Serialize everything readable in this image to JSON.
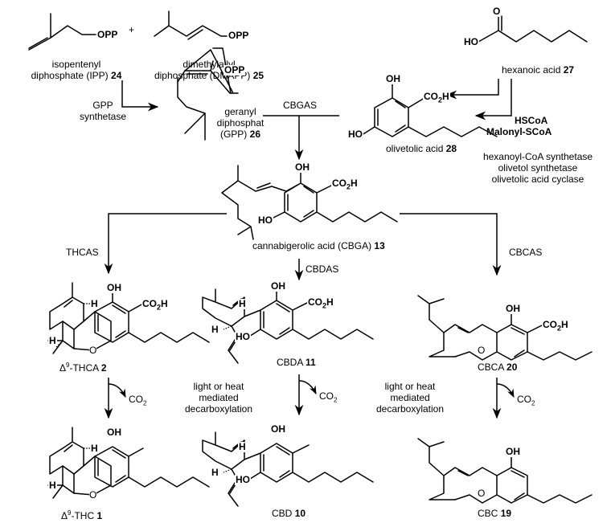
{
  "compounds": {
    "ipp": {
      "name": "isopentenyl",
      "name2": "diphosphate (IPP)",
      "num": "24"
    },
    "dmapp": {
      "name": "dimethylallyl",
      "name2": "diphosphate (DMAPP)",
      "num": "25"
    },
    "gpp": {
      "name": "geranyl",
      "name2": "diphosphat",
      "name3": "(GPP)",
      "num": "26"
    },
    "hexanoic": {
      "name": "hexanoic acid",
      "num": "27"
    },
    "olivetolic": {
      "name": "olivetolic acid",
      "num": "28"
    },
    "cbga": {
      "name": "cannabigerolic acid (CBGA)",
      "num": "13"
    },
    "thca": {
      "name": "-THCA",
      "prefix": "Δ",
      "sup": "9",
      "num": "2"
    },
    "cbda": {
      "name": "CBDA",
      "num": "11"
    },
    "cbca": {
      "name": "CBCA",
      "num": "20"
    },
    "thc": {
      "name": "-THC",
      "prefix": "Δ",
      "sup": "9",
      "num": "1"
    },
    "cbd": {
      "name": "CBD",
      "num": "10"
    },
    "cbc": {
      "name": "CBC",
      "num": "19"
    }
  },
  "groups": {
    "opp": "OPP",
    "oh": "OH",
    "co2h": "CO",
    "co2h_sub": "2",
    "co2h_h": "H",
    "ho": "HO",
    "h": "H",
    "o": "O",
    "co2": "CO",
    "co2_sub": "2"
  },
  "plus": "+",
  "enzymes": {
    "gpp_synthetase_1": "GPP",
    "gpp_synthetase_2": "synthetase",
    "cbgas": "CBGAS",
    "hscoa": "HSCoA",
    "malonyl": "Malonyl-SCoA",
    "hexanoyl": "hexanoyl-CoA synthetase",
    "olivetol": "olivetol synthetase",
    "cyclase": "olivetolic acid cyclase",
    "thcas": "THCAS",
    "cbdas": "CBDAS",
    "cbcas": "CBCAS"
  },
  "conditions": {
    "decarb_1": "light or heat",
    "decarb_2": "mediated",
    "decarb_3": "decarboxylation"
  }
}
